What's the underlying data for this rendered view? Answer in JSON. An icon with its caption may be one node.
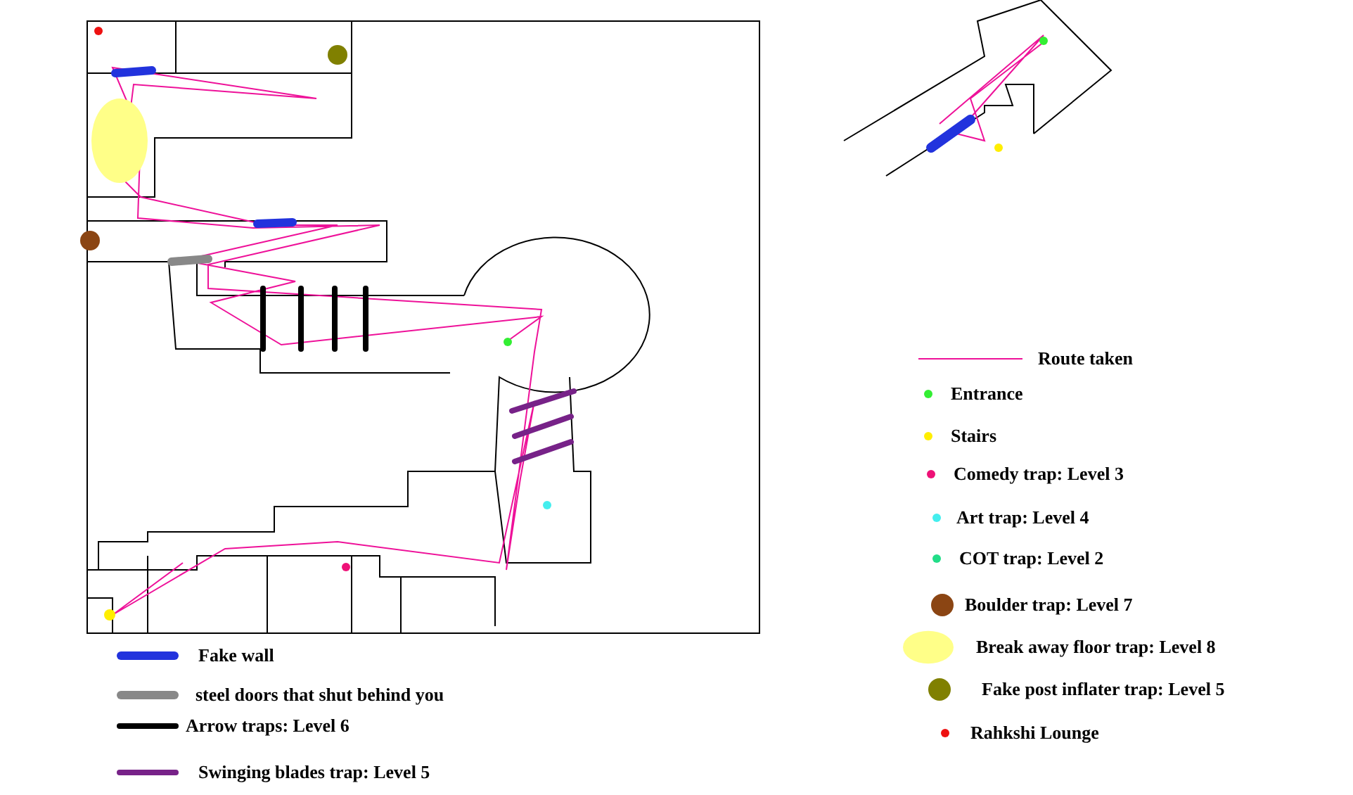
{
  "diagram": {
    "legend": [
      {
        "text": "Route taken"
      },
      {
        "text": "Entrance",
        "color": "#33ee33"
      },
      {
        "text": "Stairs",
        "color": "#ffee00"
      },
      {
        "text": "Comedy trap: Level 3",
        "color": "#ee1177"
      },
      {
        "text": "Art trap: Level 4",
        "color": "#44eeee"
      },
      {
        "text": "COT trap: Level 2",
        "color": "#22dd88"
      },
      {
        "text": "Boulder trap: Level 7",
        "color": "#8b4513"
      },
      {
        "text": "Break away floor trap: Level 8",
        "color": "#ffff88"
      },
      {
        "text": "Fake post inflater trap: Level 5",
        "color": "#808000"
      },
      {
        "text": "Rahkshi Lounge",
        "color": "#ee1111"
      },
      {
        "text": "Fake wall",
        "color": "#2233dd"
      },
      {
        "text": "steel doors that shut behind you",
        "color": "#888888"
      },
      {
        "text": "Arrow traps: Level 6",
        "color": "#000000"
      },
      {
        "text": "Swinging blades trap: Level 5",
        "color": "#772288"
      }
    ]
  }
}
